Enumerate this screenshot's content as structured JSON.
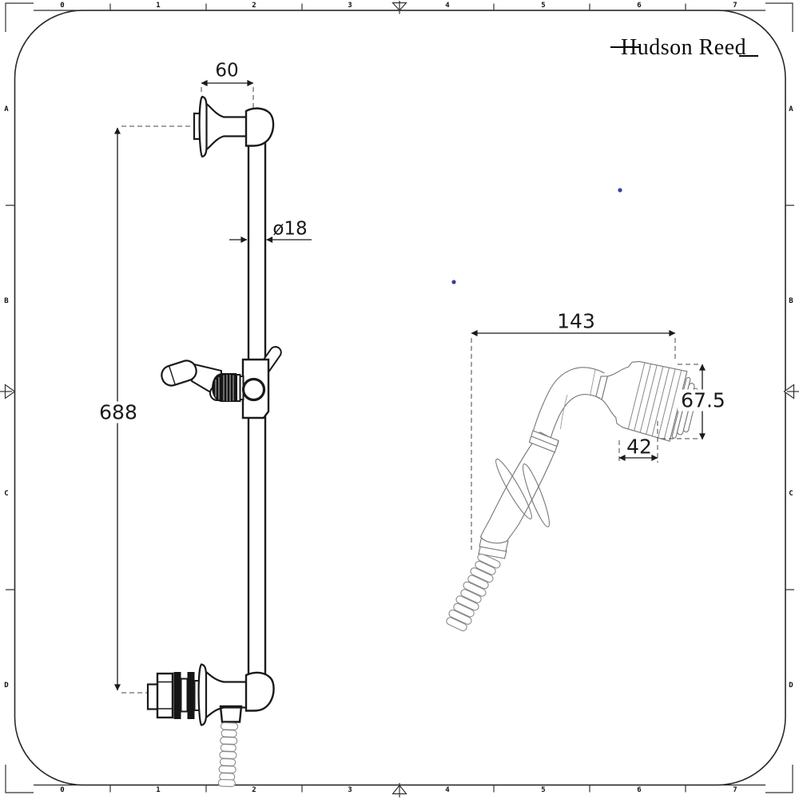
{
  "brand": {
    "logo_text": "Hudson Reed"
  },
  "rulers": {
    "top_numbers": [
      "0",
      "1",
      "2",
      "3",
      "4",
      "5",
      "6",
      "7"
    ],
    "bottom_numbers": [
      "0",
      "1",
      "2",
      "3",
      "4",
      "5",
      "6",
      "7"
    ],
    "left_letters": [
      "A",
      "B",
      "C",
      "D"
    ],
    "right_letters": [
      "A",
      "B",
      "C",
      "D"
    ]
  },
  "dimensions": {
    "bracket_projection": "60",
    "rail_diameter": "ø18",
    "rail_length": "688",
    "handset_length": "143",
    "head_diameter": "67.5",
    "head_depth": "42"
  },
  "colors": {
    "line": "#1a1a1a",
    "light_line": "#777777",
    "accent_dot": "#3a3f9e"
  }
}
